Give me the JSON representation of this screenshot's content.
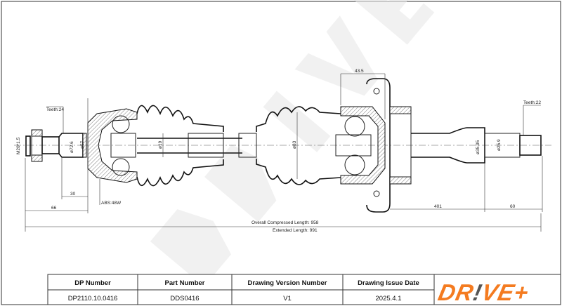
{
  "drawing": {
    "labels": {
      "teeth_left": "Teeth:24",
      "thread": "M20*1.5",
      "dia_72_6": "ø72.6",
      "dia_57": "ø57",
      "dim_30": "30",
      "dim_66": "66",
      "abs": "ABS:48W",
      "dia_19": "ø19",
      "dia_83": "ø83",
      "dim_43_5": "43.5",
      "dia_35_95": "ø35.95",
      "dia_25_9": "ø25.9",
      "teeth_right": "Teeth:22",
      "dim_401": "401",
      "dim_60": "60",
      "overall_length": "Overall  Compressed  Length: 958",
      "extended_length": "Extended  Length: 991"
    },
    "watermark": "DR!VE+"
  },
  "table": {
    "headers": [
      "DP Number",
      "Part Number",
      "Drawing Version Number",
      "Drawing Issue Date"
    ],
    "values": [
      "DP2110.10.0416",
      "DDS0416",
      "V1",
      "2025.4.1"
    ]
  },
  "logo": {
    "text": "DR!VE+",
    "color": "#f47b20",
    "accent": "#555555"
  }
}
